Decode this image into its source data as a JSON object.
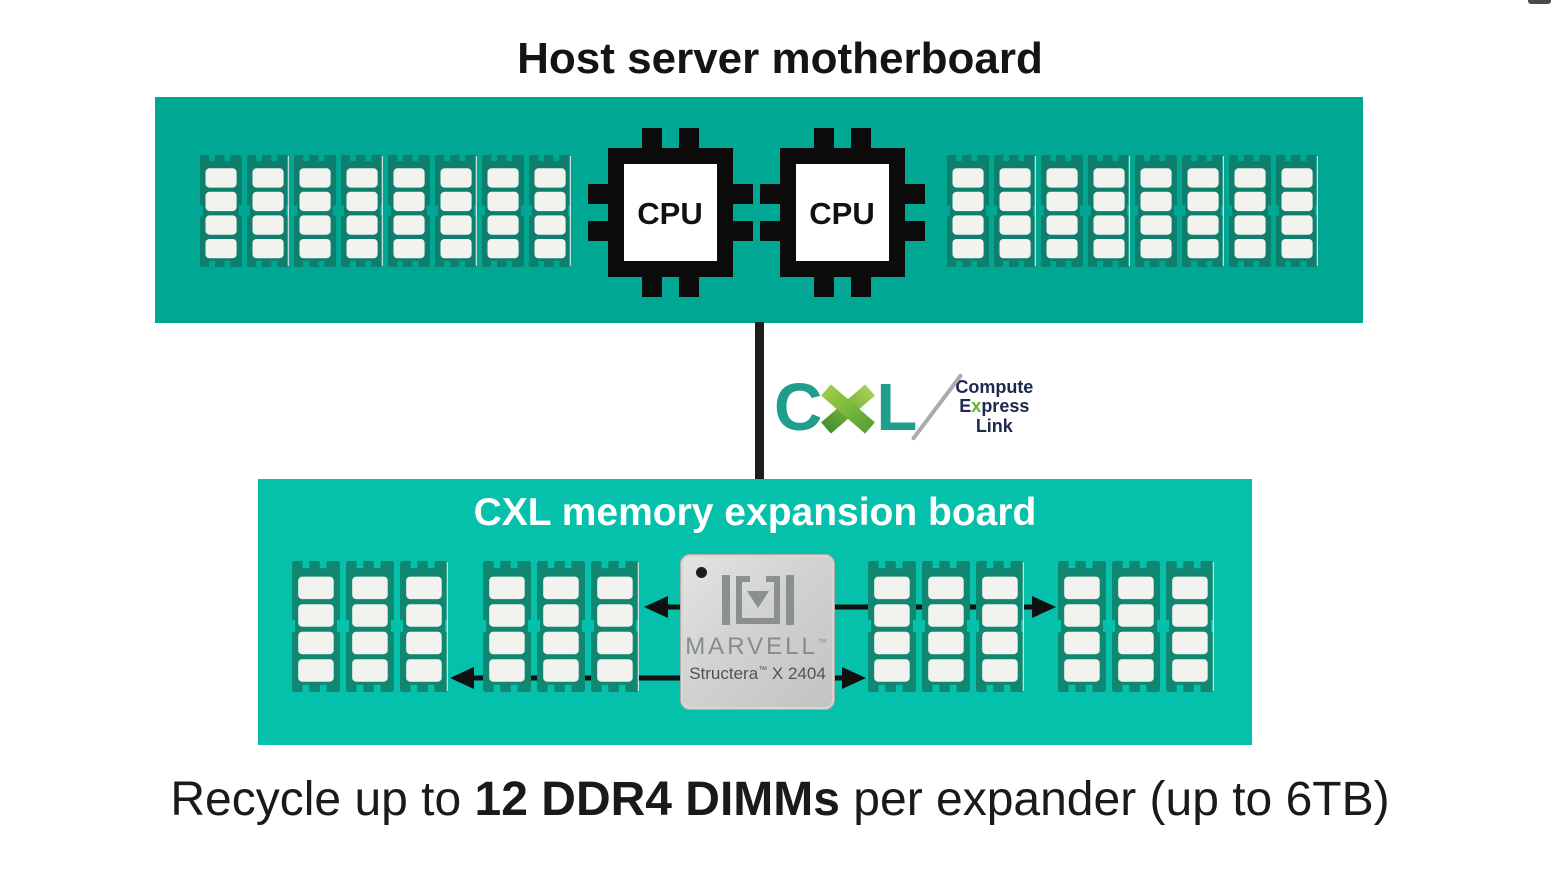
{
  "titles": {
    "host_board": "Host server motherboard",
    "expansion_board": "CXL memory expansion board"
  },
  "host_board": {
    "left_dimm_count": 8,
    "right_dimm_count": 8,
    "cpus": [
      {
        "label": "CPU"
      },
      {
        "label": "CPU"
      }
    ]
  },
  "expansion_board": {
    "dimm_groups": [
      3,
      3,
      3,
      3
    ],
    "chip": {
      "brand": "MARVELL",
      "brand_tm": "™",
      "model_name": "Structera",
      "model_tm": "™",
      "model_suffix": " X 2404"
    }
  },
  "cxl_logo": {
    "letter_c": "C",
    "letter_x": "X",
    "letter_l": "L",
    "line1": "Compute",
    "line2_e": "E",
    "line2_x": "x",
    "line2_rest": "press",
    "line3": "Link"
  },
  "caption": {
    "prefix": "Recycle up to ",
    "bold": "12 DDR4 DIMMs",
    "suffix": " per expander (up to 6TB)"
  },
  "colors": {
    "host_board": "#00a793",
    "expansion_board": "#05c0aa",
    "host_dimm": "#0e7e6d",
    "expansion_dimm": "#108770",
    "dimm_chip": "#f2f2ef",
    "cpu_black": "#0b0b0b",
    "arrow": "#101010",
    "cxl_teal": "#1f9e8b",
    "cxl_green_light": "#8dc63f",
    "cxl_green_dark": "#54a038",
    "cxl_text_navy": "#1d2a4d",
    "cxl_x_green": "#64b42d",
    "slash_gray": "#a9abad"
  }
}
